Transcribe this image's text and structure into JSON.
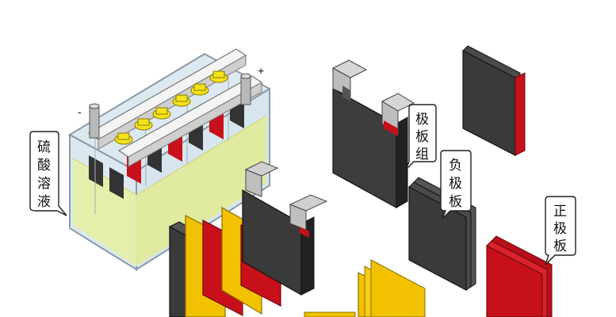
{
  "labels": {
    "electrolyte": [
      "硫",
      "酸",
      "溶",
      "液"
    ],
    "plate_group": [
      "极",
      "板",
      "组"
    ],
    "negative_plate": [
      "负",
      "极",
      "板"
    ],
    "positive_plate": [
      "正",
      "极",
      "板"
    ]
  },
  "terminals": {
    "negative": "-",
    "positive": "+"
  },
  "colors": {
    "electrolyte": "#e6efa8",
    "case_outline": "#8a9aa8",
    "negative_plate": "#3a3a3a",
    "positive_plate": "#c8101a",
    "separator": "#f2c200",
    "cap": "#f5e21a",
    "lug": "#c7c7c7"
  }
}
